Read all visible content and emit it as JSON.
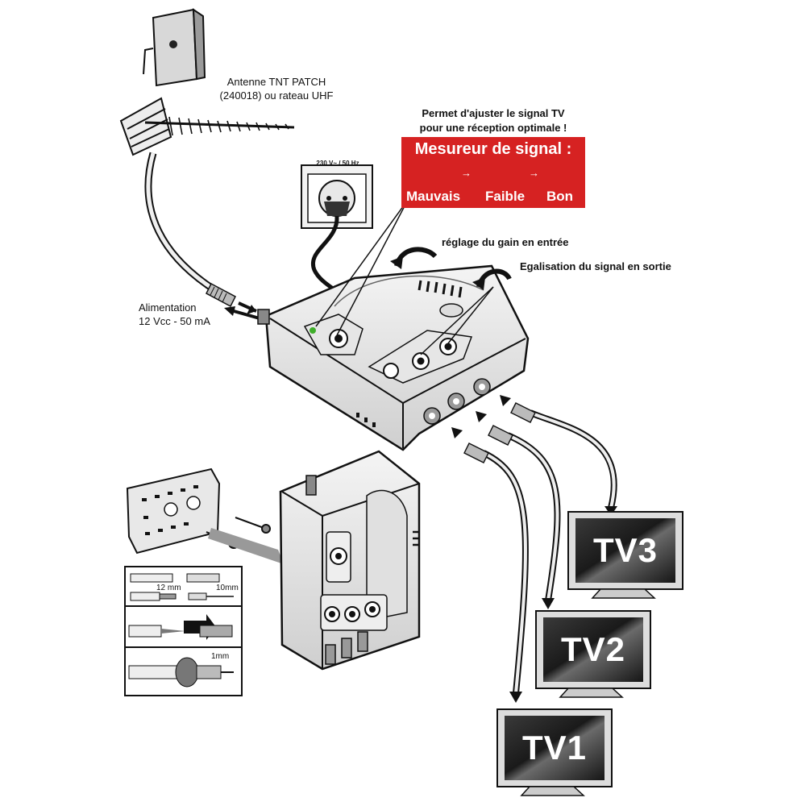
{
  "antenna_label": {
    "line1": "Antenne TNT PATCH",
    "line2": "(240018) ou rateau UHF"
  },
  "socket_label": "230 V~ / 50 Hz",
  "signal_meter": {
    "heading_line1": "Permet d'ajuster le signal TV",
    "heading_line2": "pour une réception optimale !",
    "title": "Mesureur de signal :",
    "states": [
      {
        "label": "Mauvais",
        "color": "#f2b0a0"
      },
      {
        "label": "Faible",
        "color": "#f39a1e"
      },
      {
        "label": "Bon",
        "color": "#3fae2a"
      }
    ],
    "arrow_symbol": "→"
  },
  "callouts": {
    "gain": "réglage du gain en entrée",
    "equalization": "Egalisation du signal en sortie",
    "power_line1": "Alimentation",
    "power_line2": "12 Vcc - 50 mA"
  },
  "strip_steps": {
    "step1_mm_a": "12 mm",
    "step1_mm_b": "10mm",
    "step3_mm": "1mm"
  },
  "tvs": [
    {
      "label": "TV3"
    },
    {
      "label": "TV2"
    },
    {
      "label": "TV1"
    }
  ],
  "colors": {
    "panel_red": "#d62222",
    "led_green": "#3fae2a",
    "screen_dark": "#1c1c1c"
  }
}
